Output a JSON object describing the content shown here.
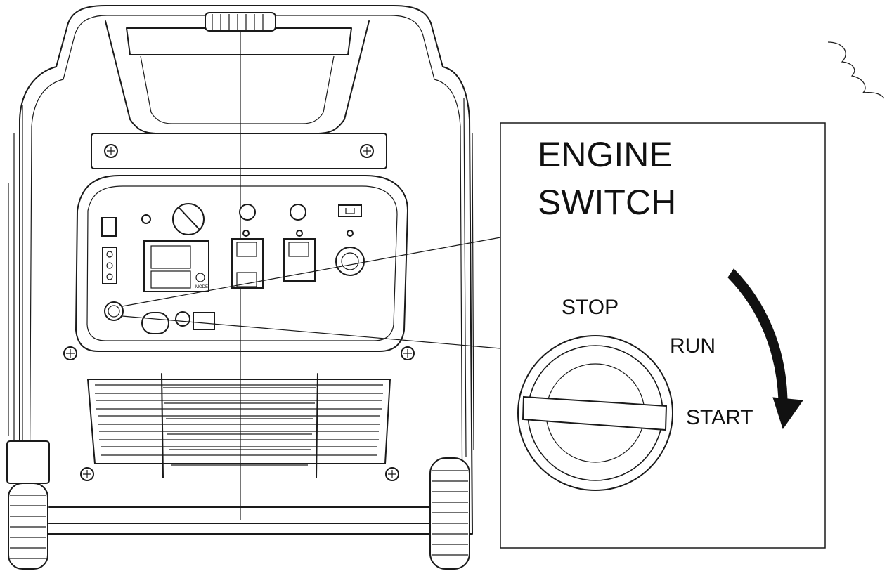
{
  "callout": {
    "title_line1": "ENGINE",
    "title_line2": "SWITCH"
  },
  "switch_positions": {
    "stop": "STOP",
    "run": "RUN",
    "start": "START"
  },
  "arrow": {
    "direction": "clockwise"
  },
  "generator": {
    "control_panel": {
      "display_label": "MODE"
    }
  }
}
